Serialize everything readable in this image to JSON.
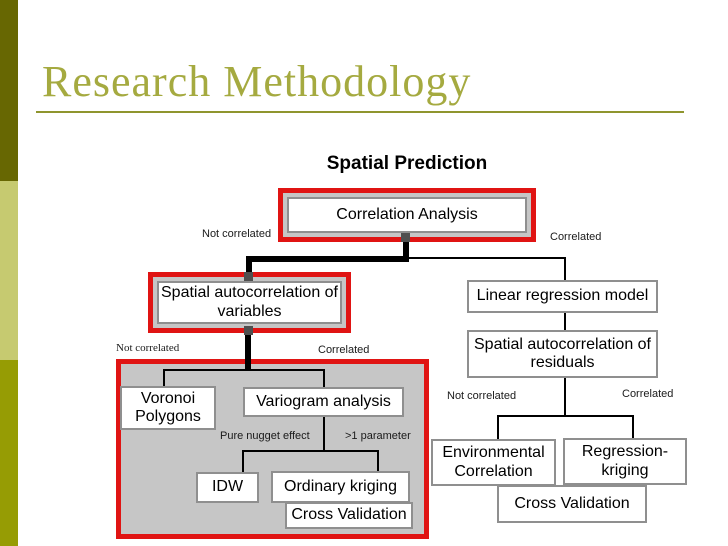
{
  "slide": {
    "title": "Research Methodology",
    "diagram_title": "Spatial Prediction"
  },
  "nodes": {
    "correlation_analysis": "Correlation Analysis",
    "spatial_autocorrelation_variables": "Spatial autocorrelation of variables",
    "linear_regression": "Linear regression model",
    "spatial_autocorrelation_residuals": "Spatial autocorrelation of residuals",
    "voronoi_polygons": "Voronoi Polygons",
    "variogram_analysis": "Variogram analysis",
    "idw": "IDW",
    "ordinary_kriging": "Ordinary kriging",
    "cross_validation_left": "Cross Validation",
    "environmental_correlation": "Environmental Correlation",
    "regression_kriging": "Regression-kriging",
    "cross_validation_right": "Cross Validation"
  },
  "labels": {
    "top_left": "Not correlated",
    "top_right": "Correlated",
    "mid_left": "Not correlated",
    "mid_right": "Correlated",
    "bottom_left": "Not correlated",
    "bottom_right": "Correlated",
    "pure_nugget": "Pure nugget effect",
    "one_parameter": ">1 parameter"
  },
  "colors": {
    "sidebar-top": "#676702",
    "sidebar-mid": "#c6ca70",
    "sidebar-bottom": "#969c04",
    "title-color": "#a5aa40",
    "underline-color": "#8f952e",
    "red": "#e01413",
    "panel-gray": "#c6c6c6",
    "box-border": "#8f8f8f",
    "line-black": "#000000",
    "handle-gray": "#4f4f4f"
  }
}
